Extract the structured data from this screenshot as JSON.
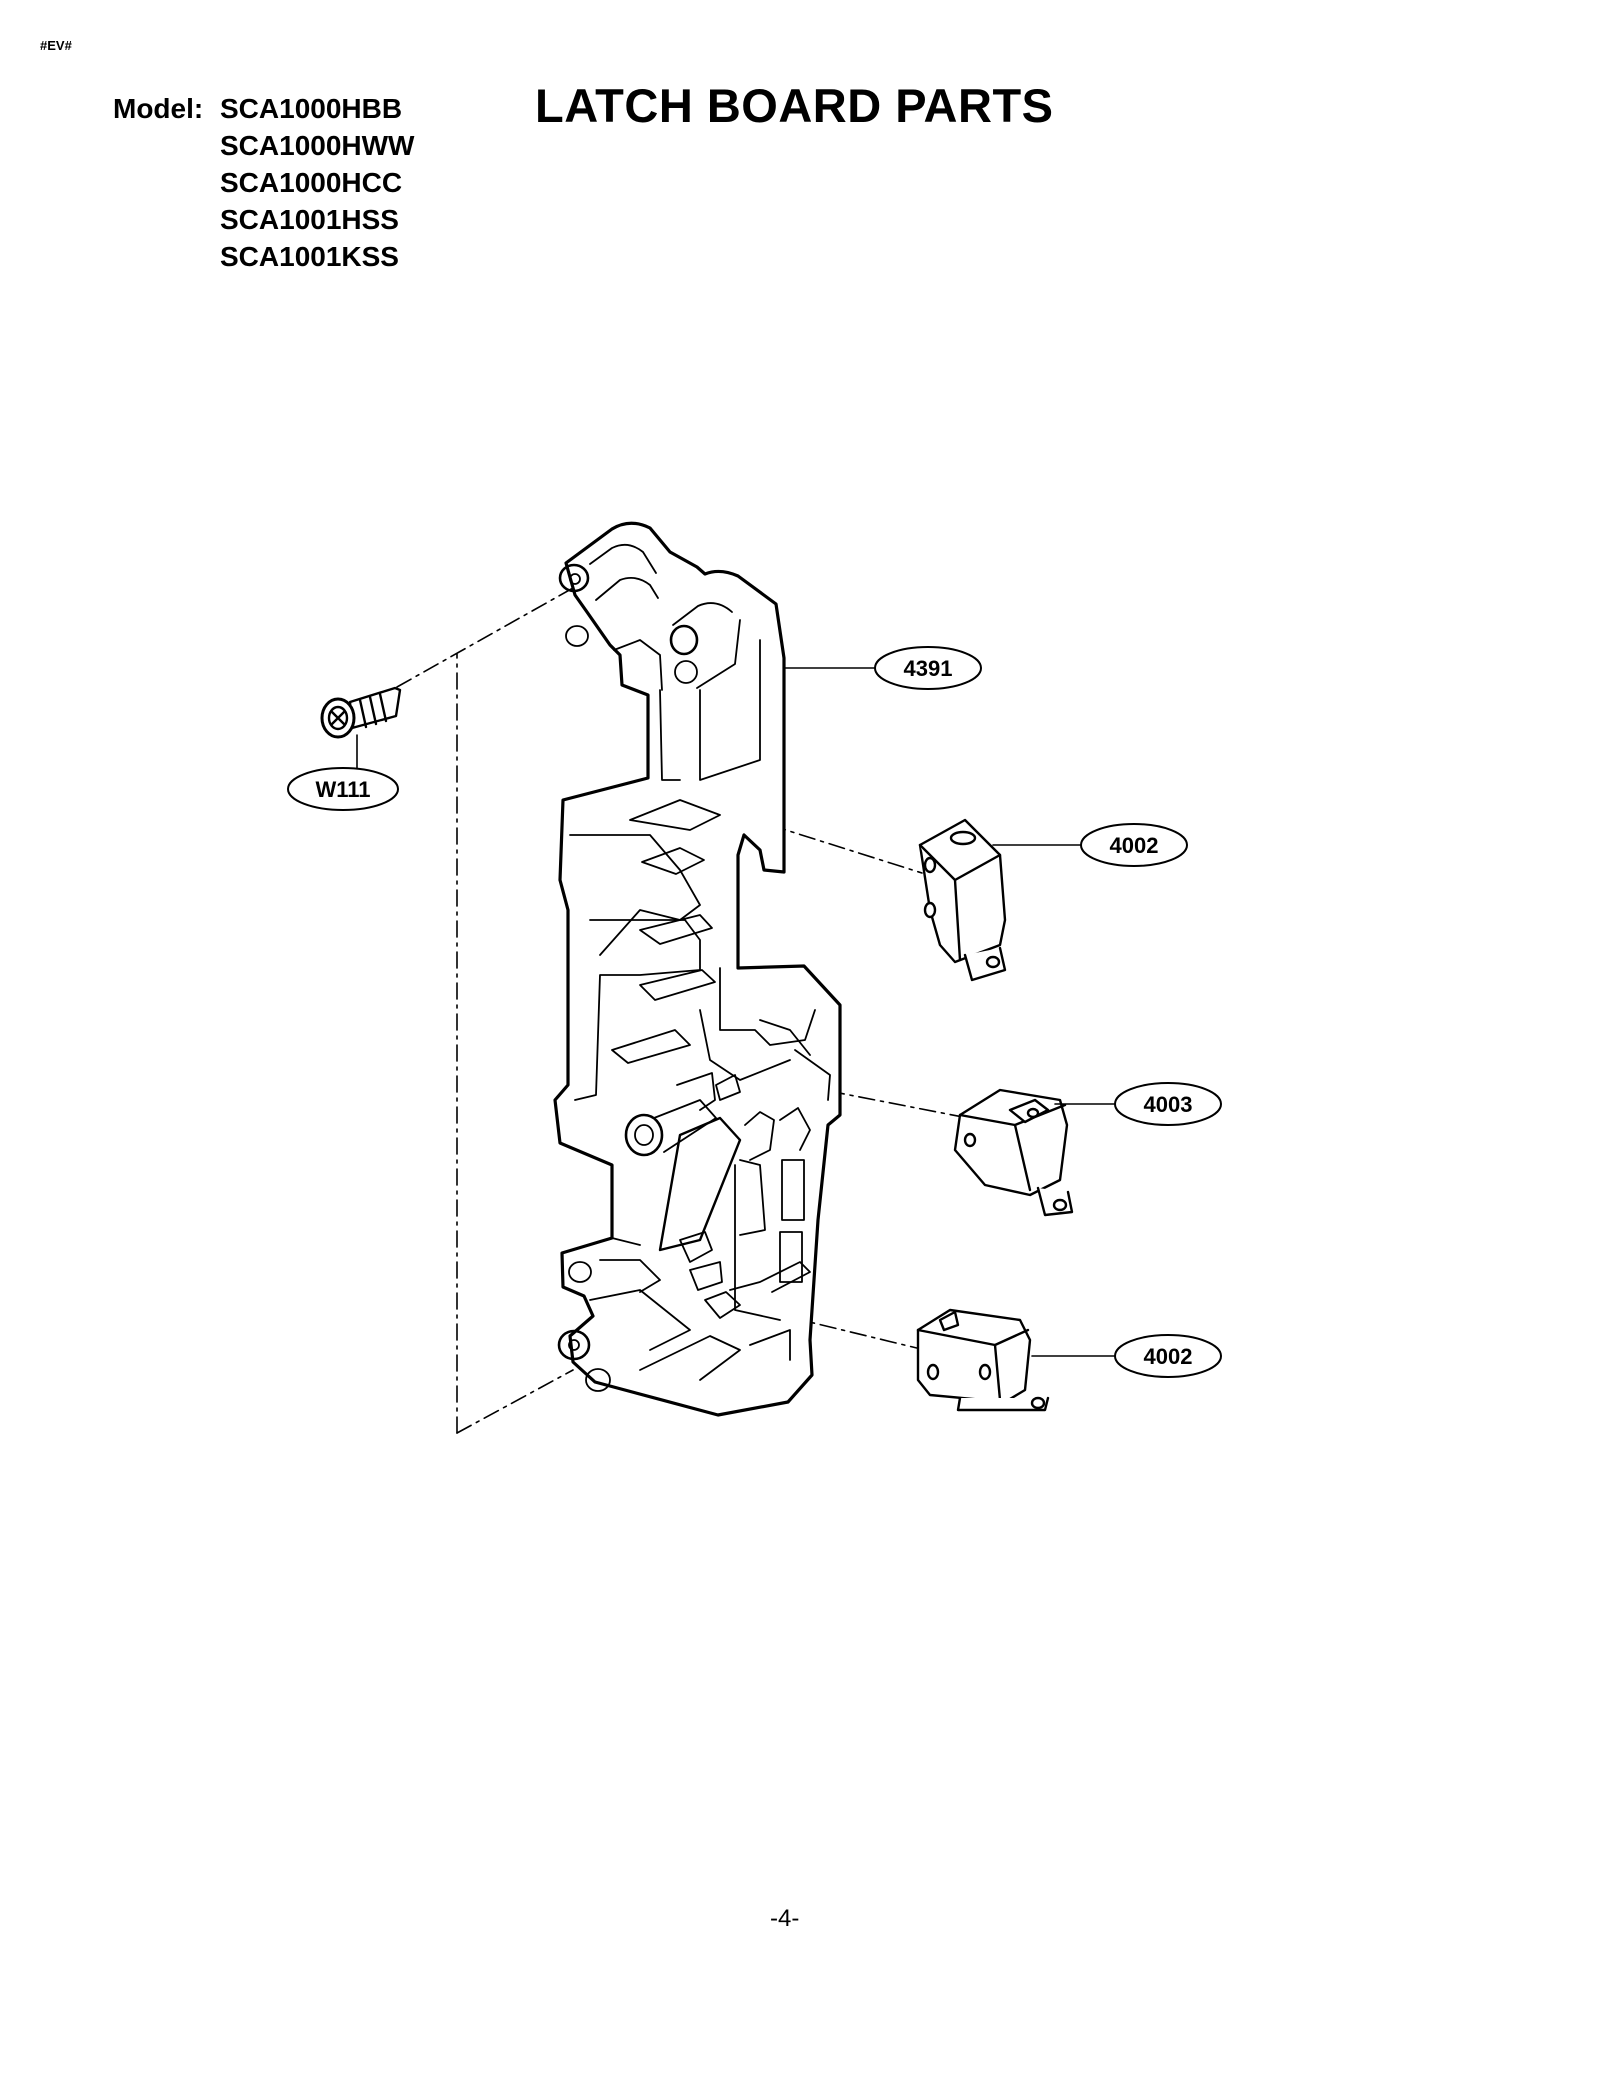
{
  "header": {
    "code": "#EV#"
  },
  "model": {
    "label": "Model:",
    "numbers": [
      "SCA1000HBB",
      "SCA1000HWW",
      "SCA1000HCC",
      "SCA1001HSS",
      "SCA1001KSS"
    ]
  },
  "title": "LATCH BOARD PARTS",
  "callouts": {
    "latch_board": "4391",
    "screw": "W111",
    "switch_top": "4002",
    "switch_middle": "4003",
    "switch_bottom": "4002"
  },
  "footer": {
    "page": "-4-"
  }
}
